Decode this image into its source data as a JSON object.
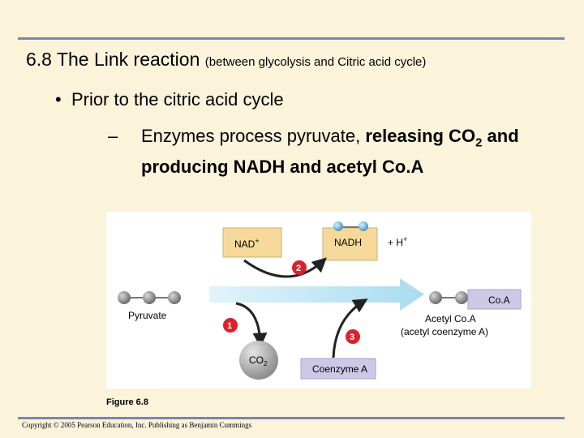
{
  "slide": {
    "title_main": "6.8 The Link reaction",
    "title_paren": "(between glycolysis and Citric acid cycle)",
    "bullet": "Prior to the citric acid cycle",
    "bullet_marker": "•",
    "dash_marker": "–",
    "sub_part1": "Enzymes process pyruvate, ",
    "sub_bold1": "releasing CO",
    "sub_sub": "2",
    "sub_bold2": " and producing NADH and acetyl Co.A"
  },
  "figure": {
    "nad": "NAD",
    "nad_sup": "+",
    "nadh": "NADH",
    "hplus": "+ H",
    "hplus_sup": "+",
    "step1": "1",
    "step2": "2",
    "step3": "3",
    "coa": "Co.A",
    "pyruvate": "Pyruvate",
    "acetyl1": "Acetyl Co.A",
    "acetyl2": "(acetyl coenzyme A)",
    "co2": "CO",
    "co2_sub": "2",
    "coenzyme": "Coenzyme A",
    "caption": "Figure 6.8"
  },
  "footer": {
    "copyright": "Copyright © 2005 Pearson Education, Inc. Publishing as Benjamin Cummings"
  },
  "colors": {
    "rule": "#7d83b3",
    "background": "#fbf3da",
    "arrow": "#b8e3f2",
    "box_tan": "#f6d99a",
    "box_lavender": "#cdc8e6",
    "step_badge": "#d9232a",
    "molecule_gray": "#8a8a8a",
    "molecule_blue": "#7dbde0"
  }
}
